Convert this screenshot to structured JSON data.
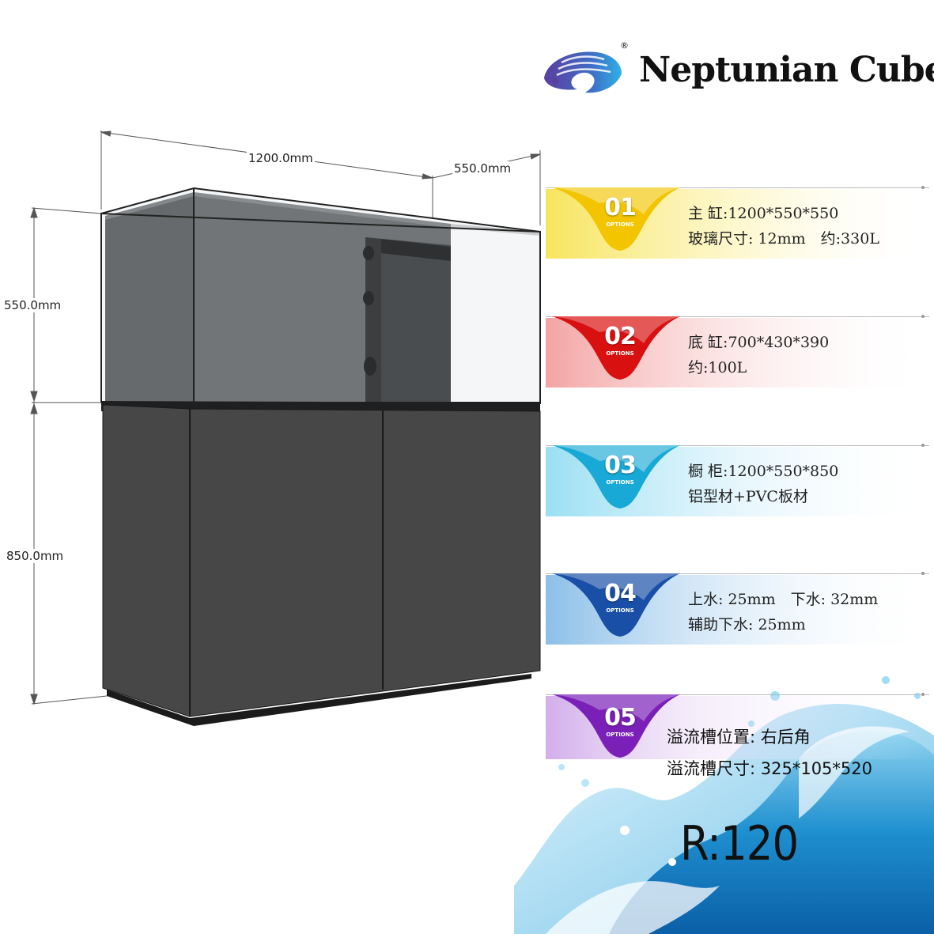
{
  "brand": {
    "name": "Neptunian Cube",
    "registered_mark": "®"
  },
  "dimensions": {
    "width": "1200.0mm",
    "depth": "550.0mm",
    "tank_height": "550.0mm",
    "cabinet_height": "850.0mm"
  },
  "options": [
    {
      "number": "01",
      "sublabel": "OPTIONS",
      "color": "#f2c500",
      "lines": [
        "主 缸:1200*550*550",
        "玻璃尺寸: 12mm　约:330L"
      ]
    },
    {
      "number": "02",
      "sublabel": "OPTIONS",
      "color": "#d91010",
      "lines": [
        "底 缸:700*430*390",
        "约:100L"
      ]
    },
    {
      "number": "03",
      "sublabel": "OPTIONS",
      "color": "#19a9d6",
      "lines": [
        "橱 柜:1200*550*850",
        "铝型材+PVC板材"
      ]
    },
    {
      "number": "04",
      "sublabel": "OPTIONS",
      "color": "#1a4fa8",
      "lines": [
        "上水: 25mm　下水: 32mm",
        "辅助下水: 25mm"
      ]
    },
    {
      "number": "05",
      "sublabel": "OPTIONS",
      "color": "#7a1fb8",
      "lines": [
        "溢流槽位置: 右后角",
        "溢流槽尺寸: 325*105*520"
      ]
    }
  ],
  "model": "R:120"
}
